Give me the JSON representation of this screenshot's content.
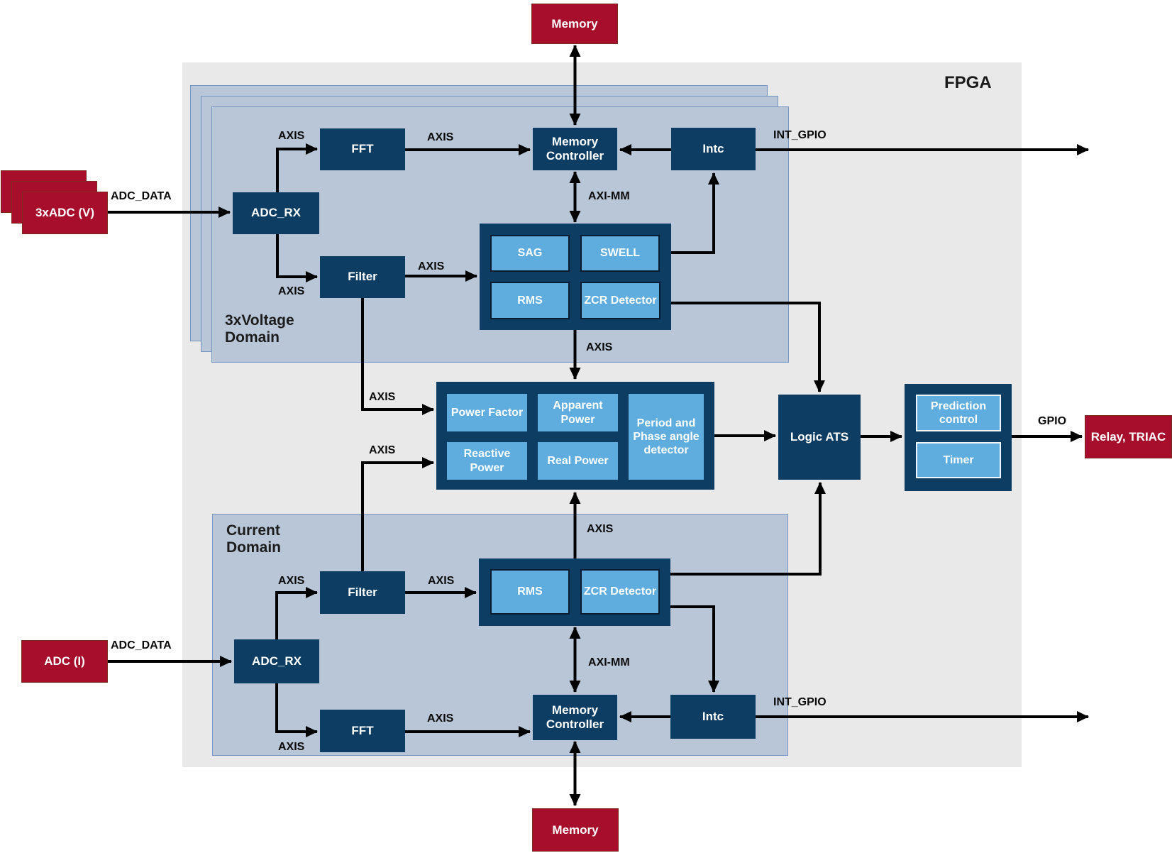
{
  "labels": {
    "fpga": "FPGA",
    "voltage_domain_line1": "3xVoltage",
    "voltage_domain_line2": "Domain",
    "current_domain_line1": "Current",
    "current_domain_line2": "Domain"
  },
  "blocks": {
    "memory": "Memory",
    "adc_3x_v": "3xADC (V)",
    "adc_i": "ADC (I)",
    "adc_rx": "ADC_RX",
    "fft": "FFT",
    "filter": "Filter",
    "memory_controller": "Memory Controller",
    "intc": "Intc",
    "sag": "SAG",
    "swell": "SWELL",
    "rms": "RMS",
    "zcr_detector": "ZCR Detector",
    "power_factor": "Power Factor",
    "apparent_power": "Apparent Power",
    "reactive_power": "Reactive Power",
    "real_power": "Real Power",
    "period_phase": "Period and Phase angle detector",
    "logic_ats": "Logic ATS",
    "prediction_control": "Prediction control",
    "timer": "Timer",
    "relay_triac": "Relay, TRIAC"
  },
  "buses": {
    "axis": "AXIS",
    "axi_mm": "AXI-MM",
    "adc_data": "ADC_DATA",
    "int_gpio": "INT_GPIO",
    "gpio": "GPIO"
  },
  "colors": {
    "navy": "#0e3d63",
    "light_blue": "#5facdf",
    "red": "#a60e2c",
    "panel_fill": "#b9c6d7",
    "panel_border": "#7694c2",
    "fpga_background": "#e9e9e9",
    "wire": "#000000"
  }
}
